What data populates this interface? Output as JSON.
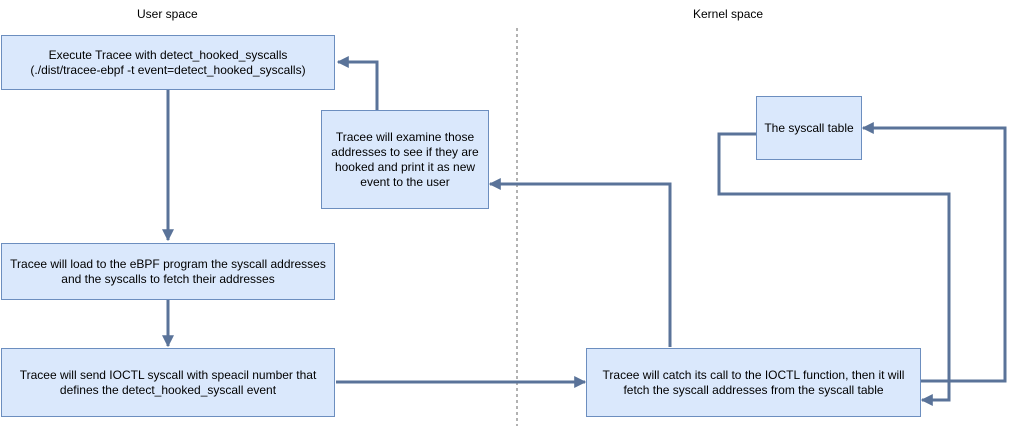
{
  "regions": {
    "user": "User space",
    "kernel": "Kernel space"
  },
  "nodes": {
    "execute": [
      "Execute  Tracee with detect_hooked_syscalls",
      "(./dist/tracee-ebpf -t event=detect_hooked_syscalls)"
    ],
    "load": [
      "Tracee will load to the eBPF program the syscall addresses",
      "and the syscalls to fetch their addresses"
    ],
    "send": [
      "Tracee will send IOCTL syscall with speacil number that",
      "defines the detect_hooked_syscall event"
    ],
    "examine": [
      "Tracee will examine those",
      "addresses to see if they are",
      "hooked and print it as new",
      "event to the user"
    ],
    "catch": [
      "Tracee will catch its call to the IOCTL function, then it will",
      "fetch the syscall addresses from the syscall table"
    ],
    "table": [
      "The syscall table"
    ]
  },
  "colors": {
    "box_fill": "#dae8fc",
    "box_stroke": "#6c8ebf",
    "edge": "#5a7399",
    "divider": "#666666"
  }
}
